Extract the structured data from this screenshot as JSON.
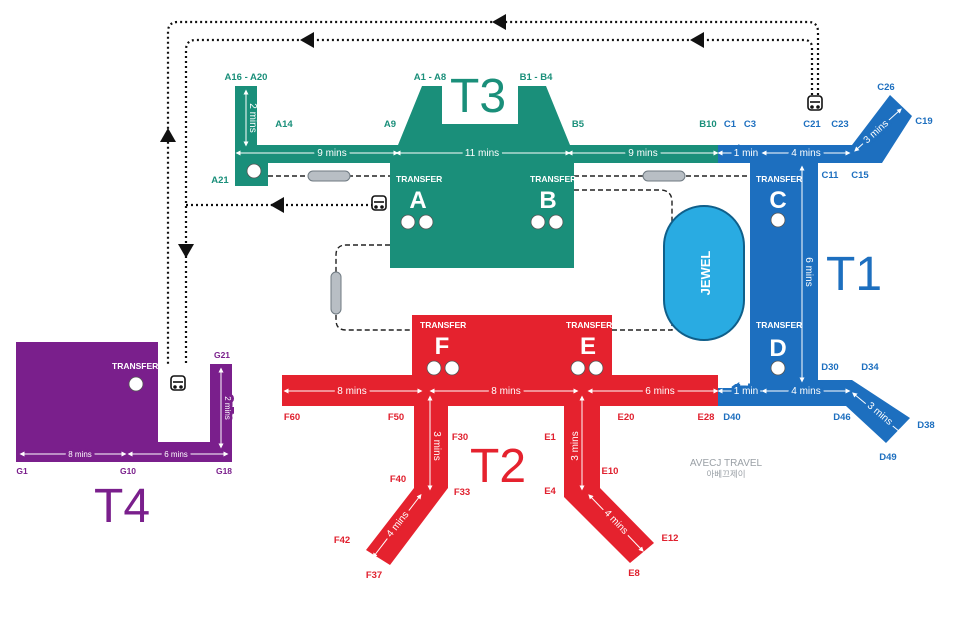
{
  "terminals": {
    "t1": "T1",
    "t2": "T2",
    "t3": "T3",
    "t4": "T4"
  },
  "piers": {
    "a": "A",
    "b": "B",
    "c": "C",
    "d": "D",
    "e": "E",
    "f": "F"
  },
  "transfer_label": "TRANSFER",
  "jewel_label": "JEWEL",
  "watermark": {
    "line1": "AVECJ TRAVEL",
    "line2": "아베끄제이"
  },
  "gates": {
    "t3": {
      "a16_a20": "A16 - A20",
      "a1_a8": "A1 - A8",
      "b1_b4": "B1 - B4",
      "a14": "A14",
      "a9": "A9",
      "b5": "B5",
      "b10": "B10",
      "a21": "A21"
    },
    "t1": {
      "c26": "C26",
      "c19": "C19",
      "c21": "C21",
      "c23": "C23",
      "c1": "C1",
      "c3": "C3",
      "c11": "C11",
      "c15": "C15",
      "d30": "D30",
      "d34": "D34",
      "d40": "D40",
      "d46": "D46",
      "d38": "D38",
      "d49": "D49"
    },
    "t2": {
      "f60": "F60",
      "f50": "F50",
      "f30": "F30",
      "e1": "E1",
      "e20": "E20",
      "e28": "E28",
      "f40": "F40",
      "f33": "F33",
      "f42": "F42",
      "f37": "F37",
      "e10": "E10",
      "e4": "E4",
      "e12": "E12",
      "e8": "E8"
    },
    "t4": {
      "g21": "G21",
      "g1": "G1",
      "g10": "G10",
      "g18": "G18"
    }
  },
  "walk_times": {
    "t3_a_side": "2 mins",
    "t3_left": "9 mins",
    "t3_mid": "11 mins",
    "t3_right": "9 mins",
    "t1_link_top": "1 min",
    "t1_top": "4 mins",
    "t1_top_diag": "3 mins",
    "t1_vert": "6 mins",
    "t1_link_bot": "1 min",
    "t1_bot": "4 mins",
    "t1_bot_diag": "3 mins",
    "t2_left": "8 mins",
    "t2_mid": "8 mins",
    "t2_right": "6 mins",
    "t2_f_vert": "3 mins",
    "t2_f_diag": "4 mins",
    "t2_e_vert": "3 mins",
    "t2_e_diag": "4 mins",
    "t4_vert": "2 mins",
    "t4_left": "8 mins",
    "t4_right": "6 mins"
  },
  "colors": {
    "t1": "#1d6fbf",
    "t2": "#e5222e",
    "t3": "#1a8f7a",
    "t4": "#7a1f8c",
    "jewel": "#29abe2",
    "route": "#111111"
  }
}
